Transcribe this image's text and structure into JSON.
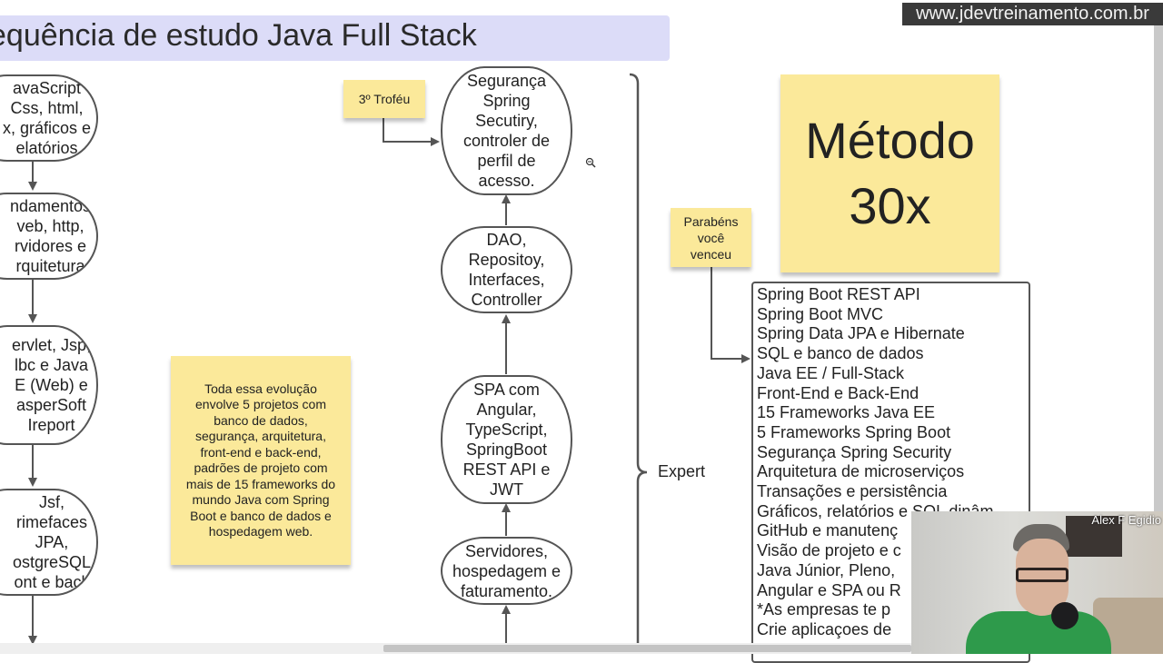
{
  "header": {
    "title": "equência de estudo Java Full Stack",
    "watermark": "www.jdevtreinamento.com.br"
  },
  "left_column": {
    "nodes": [
      {
        "label": "avaScript\nCss, html,\nx, gráficos e\nelatórios"
      },
      {
        "label": "ndamentos\nveb, http,\nrvidores e\nrquitetura"
      },
      {
        "label": "ervlet, Jsp,\nlbc e Java\nE (Web) e\nasperSoft\nIreport"
      },
      {
        "label": "Jsf,\nrimefaces\nJPA,\nostgreSQL\nont e back"
      }
    ]
  },
  "center_column": {
    "nodes": [
      {
        "label": "Segurança\nSpring\nSecutiry,\ncontroler de\nperfil de\nacesso."
      },
      {
        "label": "DAO,\nRepositoy,\nInterfaces,\nController"
      },
      {
        "label": "SPA com\nAngular,\nTypeScript,\nSpringBoot\nREST API e\nJWT"
      },
      {
        "label": "Servidores,\nhospedagem e\nfaturamento."
      }
    ]
  },
  "notes": {
    "trophy": "3º Troféu",
    "evolution": "Toda essa evolução\nenvolve 5 projetos com\nbanco de dados,\nsegurança, arquitetura,\nfront-end e back-end,\npadrões de projeto com\nmais de 15 frameworks do\nmundo Java com Spring\nBoot e banco de dados e\nhospedagem web.",
    "congrats": "Parabéns\nvocê\nvenceu",
    "method": "Método\n30x"
  },
  "bracket_label": "Expert",
  "skills": [
    "Spring Boot REST API",
    "Spring Boot MVC",
    "Spring Data JPA e Hibernate",
    "SQL e banco de dados",
    "Java EE / Full-Stack",
    "Front-End e Back-End",
    "15 Frameworks Java EE",
    "5 Frameworks Spring Boot",
    "Segurança Spring Security",
    "Arquitetura de microserviços",
    "Transações e persistência",
    "Gráficos, relatórios e SQL dinâm",
    "GitHub e manutenç",
    "Visão de projeto e c",
    "Java Júnior, Pleno,",
    "Angular e SPA ou R",
    "   *As empresas te p",
    "Crie aplicaçoes de"
  ],
  "webcam": {
    "name": "Alex F Egidio"
  },
  "icons": {
    "zoom_cursor": "zoom-out-icon"
  }
}
